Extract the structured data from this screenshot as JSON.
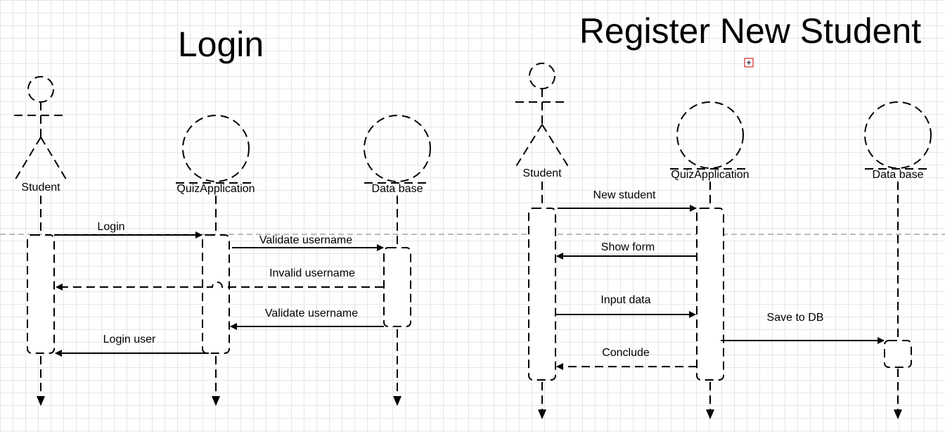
{
  "diagrams": [
    {
      "title": "Login",
      "participants": [
        "Student",
        "QuizApplication",
        "Data base"
      ],
      "messages": [
        "Login",
        "Validate username",
        "Invalid username",
        "Validate username",
        "Login user"
      ]
    },
    {
      "title": "Register New Student",
      "participants": [
        "Student",
        "QuizApplication",
        "Data base"
      ],
      "messages": [
        "New student",
        "Show form",
        "Input data",
        "Save to DB",
        "Conclude"
      ]
    }
  ],
  "colors": {
    "grid": "#e6e6e6",
    "line": "#000000",
    "background": "#ffffff",
    "marker": "#cc0000"
  },
  "icons": [
    "expand-marker-icon"
  ]
}
